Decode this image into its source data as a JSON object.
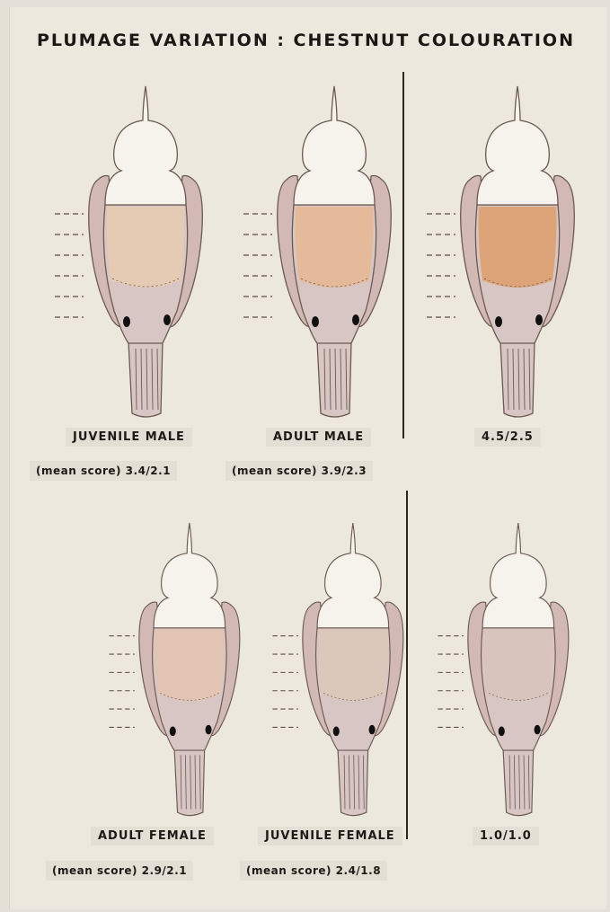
{
  "title": "PLUMAGE VARIATION : CHESTNUT COLOURATION",
  "birds": [
    {
      "label": "JUVENILE MALE",
      "score": "(mean score)  3.4/2.1",
      "chest_color": "#f0cfa8",
      "chest_opacity": 0.55
    },
    {
      "label": "ADULT MALE",
      "score": "(mean score)  3.9/2.3",
      "chest_color": "#ebb37f",
      "chest_opacity": 0.62
    },
    {
      "label": "4.5/2.5",
      "score": "",
      "chest_color": "#e0945a",
      "chest_opacity": 0.7
    },
    {
      "label": "ADULT FEMALE",
      "score": "(mean score)  2.9/2.1",
      "chest_color": "#e9c4a0",
      "chest_opacity": 0.5
    },
    {
      "label": "JUVENILE FEMALE",
      "score": "(mean score)  2.4/1.8",
      "chest_color": "#e3c7ad",
      "chest_opacity": 0.42
    },
    {
      "label": "1.0/1.0",
      "score": "",
      "chest_color": "#d9bfae",
      "chest_opacity": 0.35
    }
  ],
  "colors": {
    "background": "#ece8de",
    "outline": "#6b5a50",
    "wing": "#d2b9b6",
    "tail": "#d8c6c4"
  }
}
